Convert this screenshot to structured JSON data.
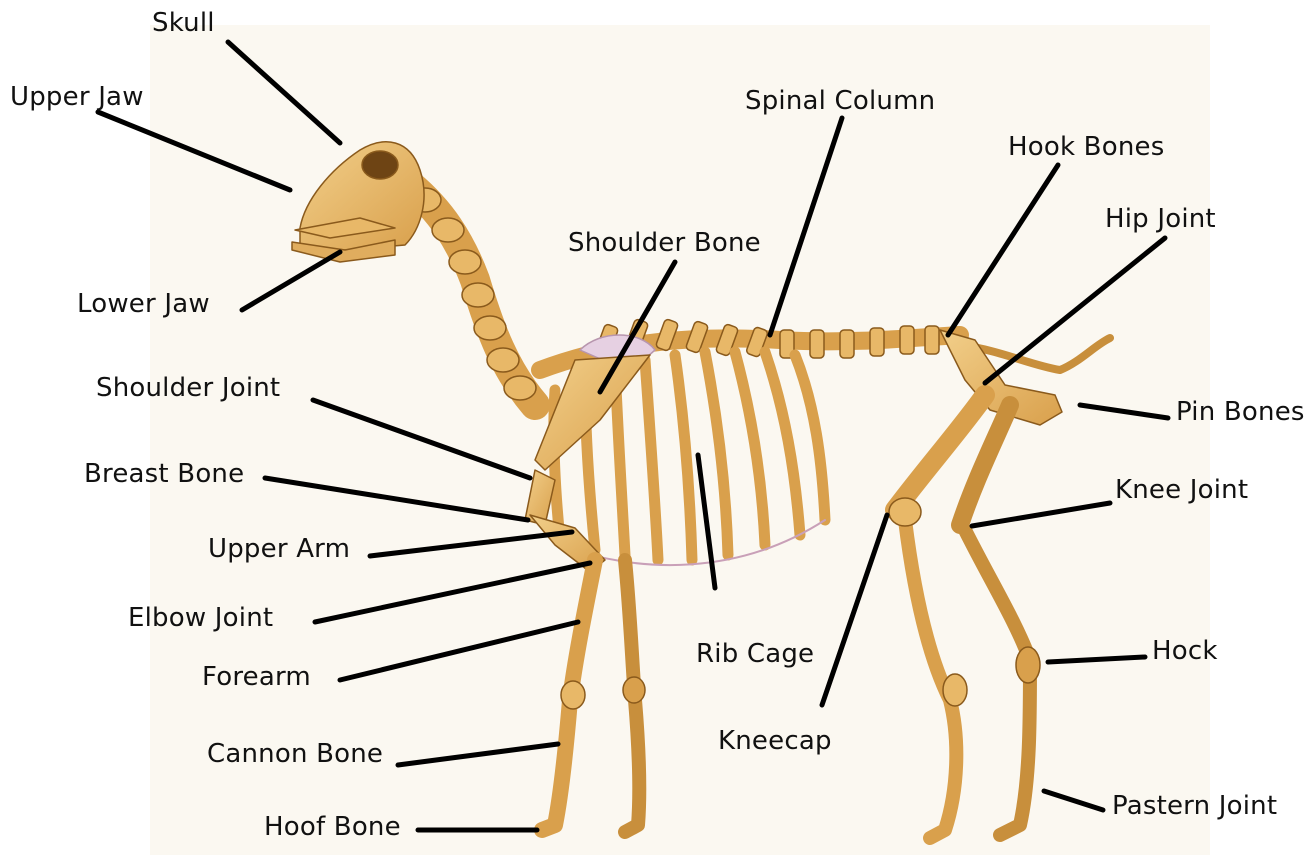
{
  "diagram": {
    "colors": {
      "bone": "#e8b868",
      "bone_shade": "#c88f3c",
      "bone_outline": "#8a5a1c",
      "cartilage": "#e6d0e2",
      "pointer": "#000000",
      "paper": "#fbf8f1"
    },
    "labels": {
      "skull": "Skull",
      "upper_jaw": "Upper Jaw",
      "lower_jaw": "Lower Jaw",
      "spinal_column": "Spinal Column",
      "hook_bones": "Hook Bones",
      "hip_joint": "Hip Joint",
      "shoulder_bone": "Shoulder Bone",
      "shoulder_joint": "Shoulder Joint",
      "pin_bones": "Pin Bones",
      "breast_bone": "Breast Bone",
      "knee_joint": "Knee Joint",
      "upper_arm": "Upper Arm",
      "elbow_joint": "Elbow Joint",
      "forearm": "Forearm",
      "rib_cage": "Rib Cage",
      "hock": "Hock",
      "kneecap": "Kneecap",
      "cannon_bone": "Cannon Bone",
      "hoof_bone": "Hoof Bone",
      "pastern_joint": "Pastern Joint"
    }
  }
}
